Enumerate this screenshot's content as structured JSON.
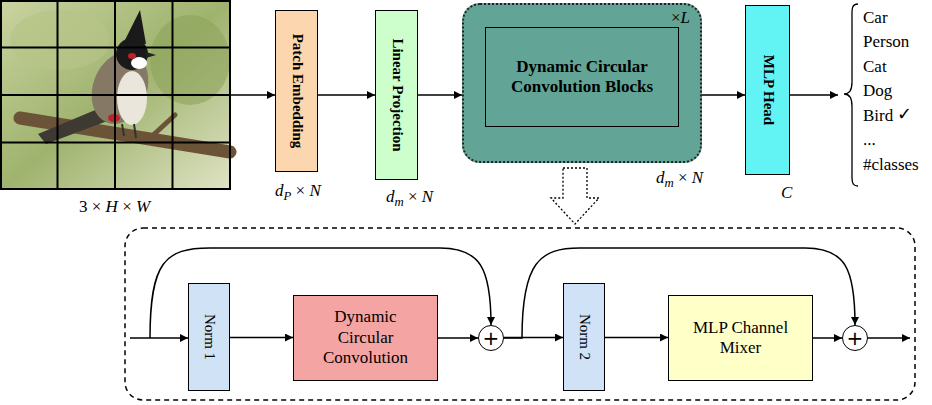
{
  "diagram": {
    "nodes": [
      {
        "text": [
          "Patch Embedding"
        ]
      },
      {
        "text": [
          "Linear Projection"
        ]
      },
      {
        "text": [
          "×L"
        ]
      },
      {
        "text": [
          "Dynamic Circular Convolution Blocks"
        ],
        "in": 2
      },
      {
        "text": [
          "MLP Head"
        ]
      },
      {
        "text": [
          "Norm 1"
        ]
      },
      {
        "text": [
          "Dynamic Circular Convolution"
        ]
      },
      {
        "text": [
          "+"
        ]
      },
      {
        "text": [
          "Norm 2"
        ]
      },
      {
        "text": [
          "MLP Channel Mixer"
        ]
      },
      {
        "text": [
          "+"
        ]
      }
    ],
    "edges": [
      {
        "from": 0,
        "to": 1,
        "arrow": "to"
      },
      {
        "from": 1,
        "to": 2,
        "arrow": "to"
      },
      {
        "from": 2,
        "to": 4,
        "arrow": "to"
      },
      {
        "from": 5,
        "to": 6,
        "arrow": "to"
      },
      {
        "from": 6,
        "to": 7,
        "arrow": "to"
      },
      {
        "from": 7,
        "to": 8,
        "arrow": "to"
      },
      {
        "from": 8,
        "to": 9,
        "arrow": "to"
      },
      {
        "from": 9,
        "to": 10,
        "arrow": "to"
      },
      {
        "from": 7,
        "to": 10,
        "arrow": "to"
      }
    ],
    "labels": [
      "3 × H × W",
      "dP × N",
      "dm × N",
      "dm × N",
      "C",
      "Car",
      "Person",
      "Cat",
      "Dog",
      "Bird",
      "✓",
      "...",
      "#classes"
    ]
  }
}
